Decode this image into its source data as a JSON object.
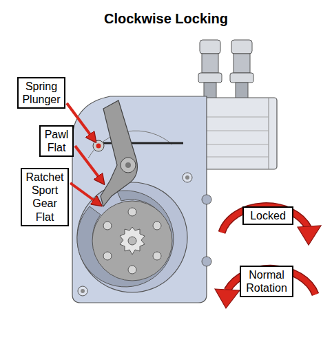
{
  "diagram": {
    "title": "Clockwise Locking",
    "nodes": [
      {
        "text": [
          "Spring Plunger"
        ]
      },
      {
        "text": [
          "Pawl Flat"
        ]
      },
      {
        "text": [
          "Ratchet Sport Gear Flat"
        ]
      },
      {
        "text": [
          "Locked"
        ]
      },
      {
        "text": [
          "Normal Rotation"
        ]
      }
    ]
  }
}
